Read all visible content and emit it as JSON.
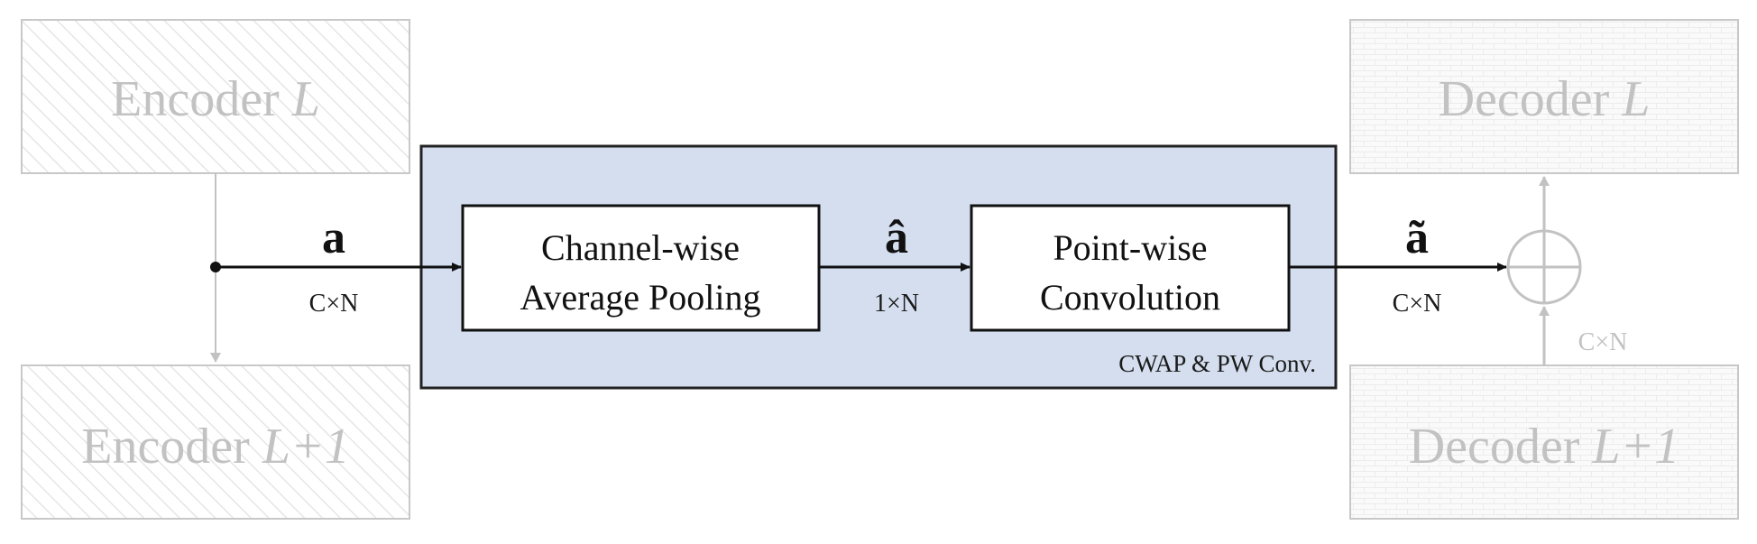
{
  "encoder_top": {
    "prefix": "Encoder ",
    "suffix": "L"
  },
  "encoder_bottom": {
    "prefix": "Encoder ",
    "suffix": "L+1"
  },
  "decoder_top": {
    "prefix": "Decoder ",
    "suffix": "L"
  },
  "decoder_bottom": {
    "prefix": "Decoder ",
    "suffix": "L+1"
  },
  "module": {
    "caption": "CWAP & PW Conv.",
    "pooling_line1": "Channel-wise",
    "pooling_line2": "Average Pooling",
    "conv_line1": "Point-wise",
    "conv_line2": "Convolution"
  },
  "signals": {
    "a_label": "a",
    "a_dim": "C×N",
    "a_hat_label": "â",
    "a_hat_dim": "1×N",
    "a_tilde_label": "ã",
    "a_tilde_dim": "C×N",
    "skip_dim": "C×N"
  },
  "colors": {
    "module_fill": "#d4deee",
    "faded": "#c2c2c2",
    "line": "#111111"
  }
}
